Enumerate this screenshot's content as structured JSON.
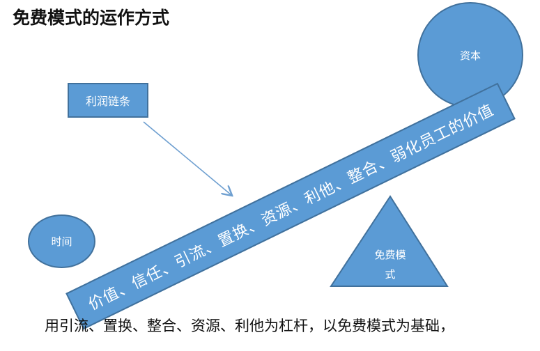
{
  "title": "免费模式的运作方式",
  "nodes": {
    "capital": "资本",
    "profit_chain": "利润链条",
    "time": "时间",
    "fulcrum": "免费模式"
  },
  "beam_text": "价值、信任、引流、置换、资源、利他、整合、弱化员工的价值",
  "caption": "用引流、置换、整合、资源、利他为杠杆，以免费模式为基础，",
  "colors": {
    "fill": "#5b9bd5",
    "stroke": "#41719c",
    "text": "#ffffff",
    "arrow": "#6e9fd0"
  }
}
